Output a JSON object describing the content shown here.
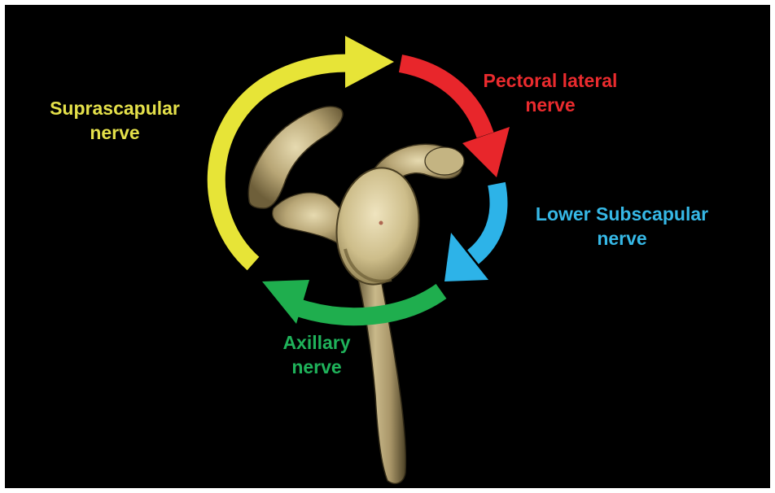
{
  "labels": {
    "suprascapular": {
      "line1": "Suprascapular",
      "line2": "nerve",
      "color": "#e4e04a"
    },
    "pectoral_lateral": {
      "line1": "Pectoral lateral",
      "line2": "nerve",
      "color": "#ea2b2e"
    },
    "lower_subscapular": {
      "line1": "Lower Subscapular",
      "line2": "nerve",
      "color": "#36b8e6"
    },
    "axillary": {
      "line1": "Axillary",
      "line2": "nerve",
      "color": "#1fb25a"
    }
  },
  "colors": {
    "background": "#000000",
    "bone": "#c8b98a",
    "yellow_arrow": "#e7e437",
    "red_arrow": "#e8262b",
    "blue_arrow": "#2db3e8",
    "green_arrow": "#1fae4e"
  },
  "illustration": "scapula-3d-render"
}
